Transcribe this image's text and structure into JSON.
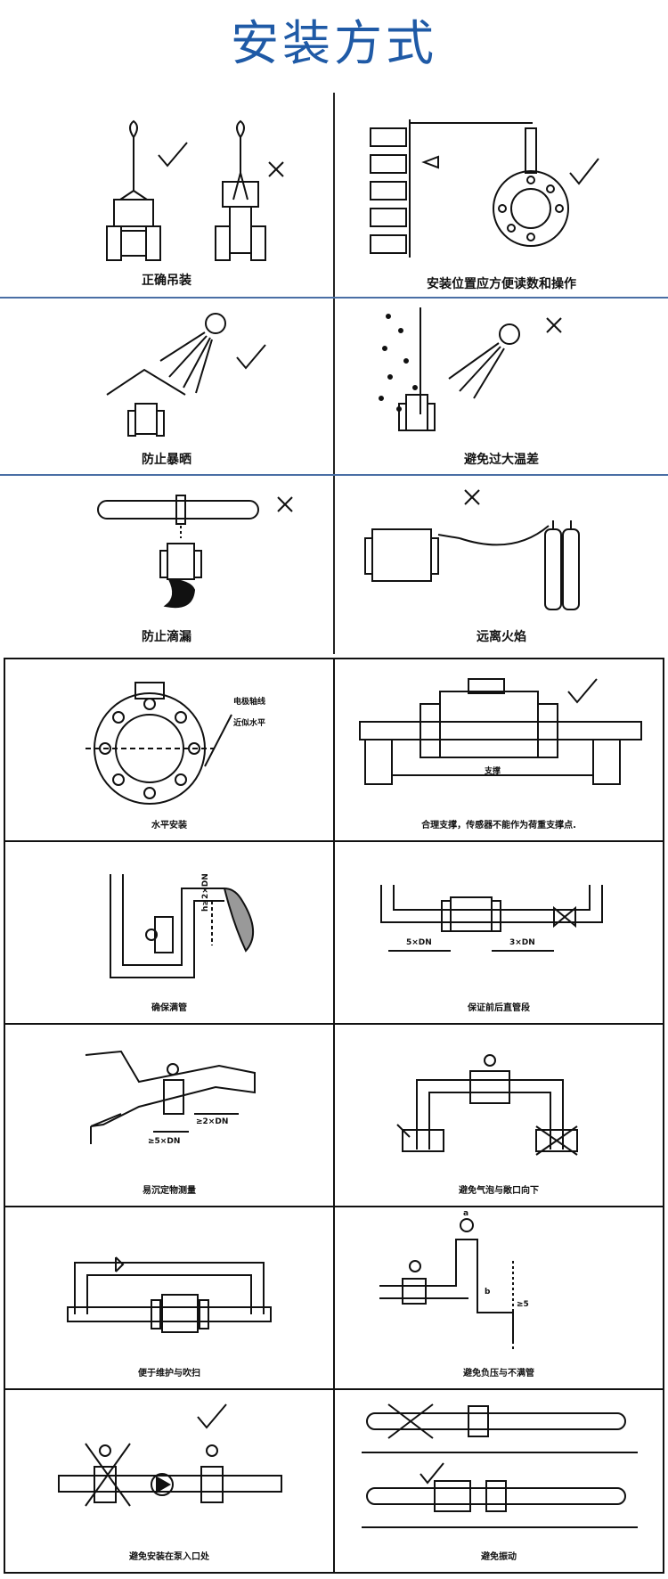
{
  "title": "安装方式",
  "captions": {
    "c1": "正确吊装",
    "c2": "安装位置应方便读数和操作",
    "c3": "防止暴晒",
    "c4": "避免过大温差",
    "c5": "防止滴漏",
    "c6": "远离火焰",
    "c7": "水平安装",
    "c8": "合理支撑，传感器不能作为荷重支撑点.",
    "c9": "确保满管",
    "c10": "保证前后直管段",
    "c11": "易沉定物测量",
    "c12": "避免气泡与敞口向下",
    "c13": "便于维护与吹扫",
    "c14": "避免负压与不满管",
    "c15": "避免安装在泵入口处",
    "c16": "避免振动"
  },
  "labels": {
    "electrode_axis": "电极轴线",
    "near_horizontal": "近似水平",
    "support": "支撑",
    "h_ge_2dn": "h≥2×DN",
    "five_dn": "5×DN",
    "three_dn": "3×DN",
    "ge_5dn": "≥5×DN",
    "ge_2dn": "≥2×DN",
    "a": "a",
    "b": "b",
    "ge_5": "≥5"
  },
  "colors": {
    "title": "#1f5aa6",
    "divider": "#4a6fa5",
    "line": "#111111"
  }
}
